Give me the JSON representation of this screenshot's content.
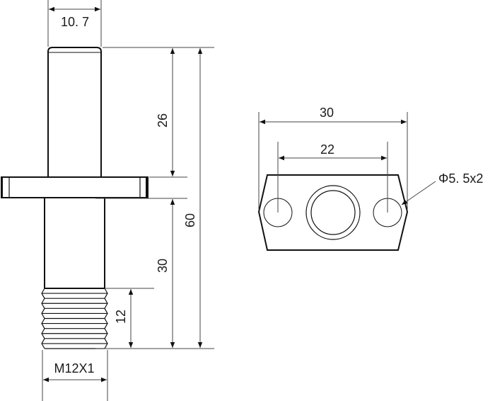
{
  "side_view": {
    "dimensions": {
      "shaft_diameter": "10. 7",
      "upper_length": "26",
      "total_length": "60",
      "lower_length": "30",
      "thread_length": "12",
      "thread_spec": "M12X1"
    }
  },
  "top_view": {
    "dimensions": {
      "plate_width": "30",
      "hole_spacing": "22",
      "hole_callout": "Φ5. 5x2"
    }
  },
  "colors": {
    "line": "#1a1a1a",
    "dim_line": "#333333",
    "background": "#ffffff"
  }
}
